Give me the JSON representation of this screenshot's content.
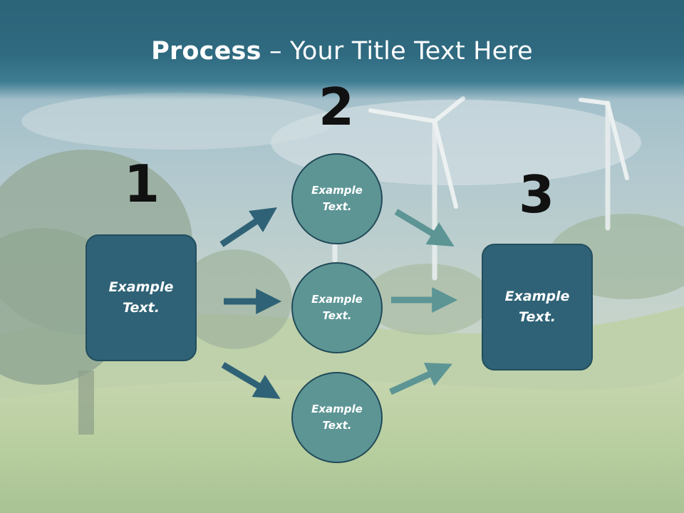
{
  "title": {
    "bold": "Process",
    "rest": " – Your Title Text Here"
  },
  "steps": {
    "one": "1",
    "two": "2",
    "three": "3"
  },
  "boxes": {
    "left": "Example\nText.",
    "right": "Example\nText."
  },
  "circles": {
    "top": "Example\nText.",
    "middle": "Example\nText.",
    "bottom": "Example\nText."
  },
  "colors": {
    "title_band": "#2f6a80",
    "box_fill": "#2f6276",
    "circle_fill": "#5d9595",
    "arrow_dark": "#2f6276",
    "arrow_light": "#5d9595"
  }
}
